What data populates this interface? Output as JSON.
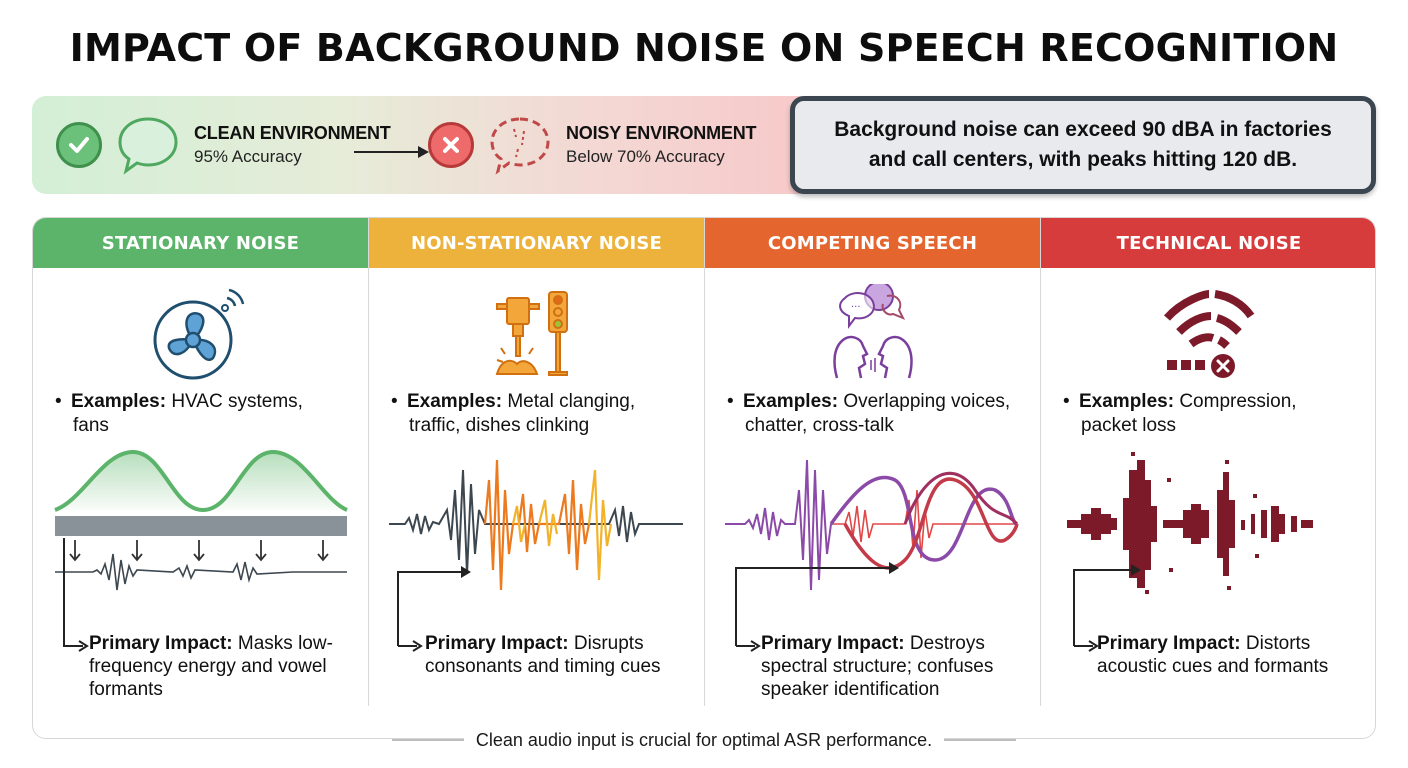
{
  "title": "IMPACT OF BACKGROUND NOISE ON SPEECH RECOGNITION",
  "banner": {
    "clean": {
      "label": "CLEAN ENVIRONMENT",
      "value": "95% Accuracy",
      "icon": "check-circle-icon",
      "color": "#6cc17a"
    },
    "noisy": {
      "label": "NOISY ENVIRONMENT",
      "value": "Below 70% Accuracy",
      "icon": "x-circle-icon",
      "color": "#ef6a6a"
    }
  },
  "callout": {
    "line1": "Background noise can exceed 90 dBA in factories",
    "line2": "and call centers, with peaks hitting 120 dB."
  },
  "columns": [
    {
      "header": "STATIONARY NOISE",
      "color": "#5cb36a",
      "icon": "fan-icon",
      "examples_label": "Examples:",
      "examples_text": " HVAC systems, fans",
      "impact_label": "Primary Impact:",
      "impact_text": " Masks low-frequency energy and vowel formants"
    },
    {
      "header": "NON-STATIONARY NOISE",
      "color": "#ecb23b",
      "icon": "jackhammer-traffic-light-icon",
      "examples_label": "Examples:",
      "examples_text": " Metal clanging, traffic, dishes clinking",
      "impact_label": "Primary Impact:",
      "impact_text": " Disrupts consonants and timing cues"
    },
    {
      "header": "COMPETING SPEECH",
      "color": "#e5652f",
      "icon": "overlapping-speakers-icon",
      "examples_label": "Examples:",
      "examples_text": " Overlapping voices, chatter, cross-talk",
      "impact_label": "Primary Impact:",
      "impact_text": " Destroys spectral structure; confuses speaker identification"
    },
    {
      "header": "TECHNICAL NOISE",
      "color": "#d63c3c",
      "icon": "broken-wifi-icon",
      "examples_label": "Examples:",
      "examples_text": " Compression, packet loss",
      "impact_label": "Primary Impact:",
      "impact_text": " Distorts acoustic cues and formants"
    }
  ],
  "footer": "Clean audio input is crucial for optimal ASR performance."
}
